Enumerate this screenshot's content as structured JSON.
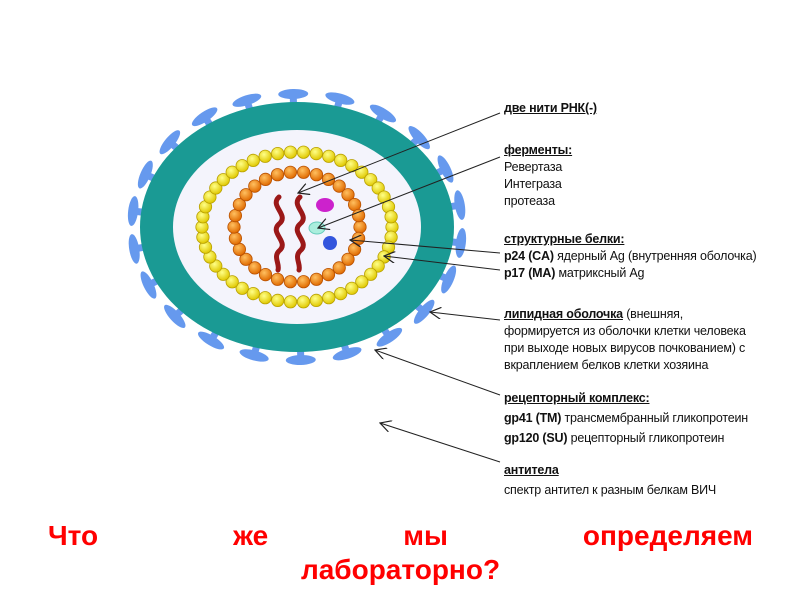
{
  "labels": {
    "rna": "две нити РНК(-)",
    "enzymes_title": "ферменты:",
    "enzymes": [
      "Ревертаза",
      "Интеграза",
      "протеаза"
    ],
    "structural_title": "структурные белки:",
    "p24_code": "p24 (CA)",
    "p24_desc": " ядерный Ag (внутренняя оболочка)",
    "p17_code": "p17 (MA)",
    "p17_desc": " матриксный Ag",
    "lipid_title": "липидная оболочка",
    "lipid_desc1": " (внешняя,",
    "lipid_desc2": "формируется из оболочки клетки человека",
    "lipid_desc3": "при выходе новых вирусов почкованием) с",
    "lipid_desc4": "вкраплением белков клетки хозяина",
    "receptor_title": "рецепторный комплекс:",
    "gp41_code": "gp41 (TM)",
    "gp41_desc": " трансмембранный гликопротеин",
    "gp120_code": "gp120 (SU)",
    "gp120_desc": " рецепторный гликопротеин",
    "antibody_title": "антитела",
    "antibody_desc": "спектр антител к разным белкам ВИЧ"
  },
  "question": {
    "words": [
      "Что",
      "же",
      "мы",
      "определяем"
    ],
    "line2": "лабораторно?"
  },
  "colors": {
    "envelope": "#1a9a94",
    "spike": "#6699ee",
    "lipid_bead": "#ffee00",
    "capsid_bead": "#ff8c00",
    "rna": "#9b1818",
    "enzyme_purple": "#cc22cc",
    "enzyme_cyan": "#aaeedd",
    "enzyme_blue": "#3355dd",
    "question": "#ff0000"
  }
}
